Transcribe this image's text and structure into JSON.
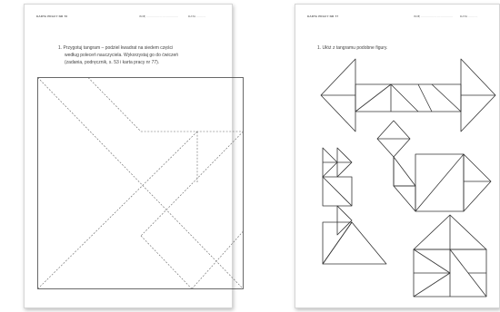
{
  "left_page": {
    "card_label": "KARTA PRACY NR 76",
    "name_label": "IMIĘ ..................................",
    "date_label": "DATA ..........",
    "instruction_lines": [
      "1.  Przygotuj tangram – podziel kwadrat na siedem części",
      "według poleceń nauczyciela. Wykorzystaj go do ćwiczeń",
      "(zadania, podręcznik, s. 53 i karta pracy nr 77)."
    ]
  },
  "right_page": {
    "card_label": "KARTA PRACY NR 77",
    "name_label": "IMIĘ ..................................",
    "date_label": "DATA ..........",
    "instruction": "1.  Ułóż z tangramu podobne figury."
  }
}
